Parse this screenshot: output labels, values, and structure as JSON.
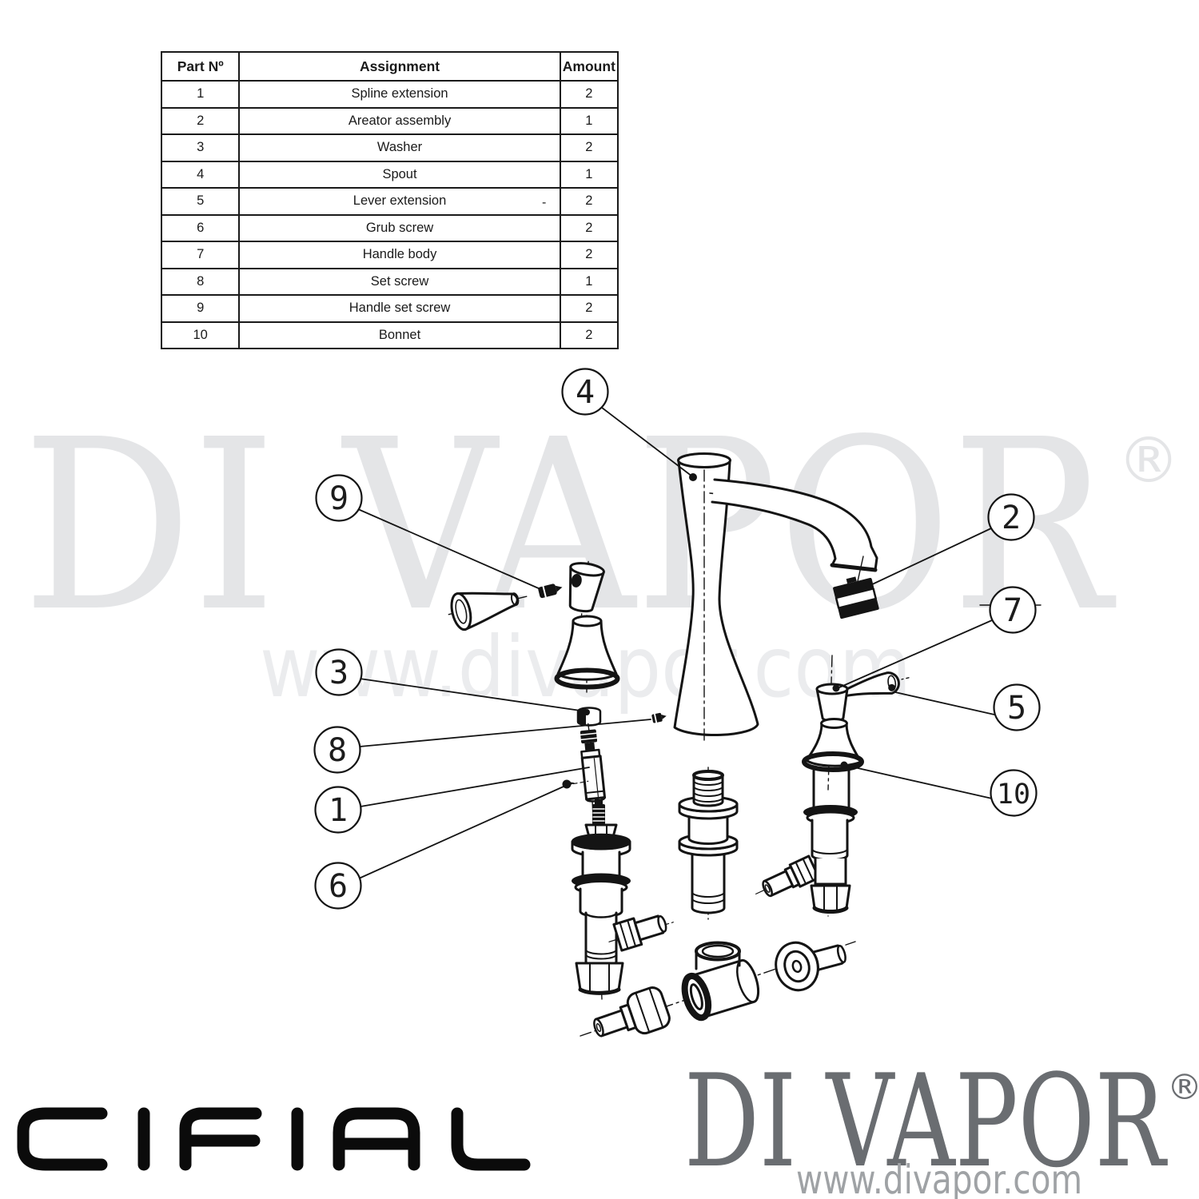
{
  "table": {
    "headers": {
      "no": "Part Nº",
      "name": "Assignment",
      "qty": "Amount"
    },
    "rows": [
      {
        "no": "1",
        "name": "Spline extension",
        "qty": "2"
      },
      {
        "no": "2",
        "name": "Areator assembly",
        "qty": "1"
      },
      {
        "no": "3",
        "name": "Washer",
        "qty": "2"
      },
      {
        "no": "4",
        "name": "Spout",
        "qty": "1"
      },
      {
        "no": "5",
        "name": "Lever extension",
        "qty": "2"
      },
      {
        "no": "6",
        "name": "Grub screw",
        "qty": "2"
      },
      {
        "no": "7",
        "name": "Handle body",
        "qty": "2"
      },
      {
        "no": "8",
        "name": "Set screw",
        "qty": "1"
      },
      {
        "no": "9",
        "name": "Handle set screw",
        "qty": "2"
      },
      {
        "no": "10",
        "name": "Bonnet",
        "qty": "2"
      }
    ],
    "stray_mark": "-"
  },
  "callouts": {
    "spout": "4",
    "handle_set_screw": "9",
    "washer": "3",
    "set_screw": "8",
    "spline_extension": "1",
    "grub_screw": "6",
    "aerator_assembly": "2",
    "handle_body": "7",
    "lever_extension": "5",
    "bonnet": "10"
  },
  "watermarks": {
    "center_title": "DI VAPOR",
    "reg_mark": "®",
    "center_url": "www.divapor.com"
  },
  "footer": {
    "cifial_text": "CIFIAL",
    "divapor_text": "DI VAPOR",
    "divapor_reg": "®",
    "divapor_url": "www.divapor.com"
  },
  "colors": {
    "line": "#141414",
    "watermark": "#e4e5e7",
    "watermark_url": "#ebecee",
    "footer_text": "#6a6d71",
    "footer_url": "#9fa2a5",
    "logo_black": "#0b0b0b",
    "table_border": "#1a1a1a"
  }
}
